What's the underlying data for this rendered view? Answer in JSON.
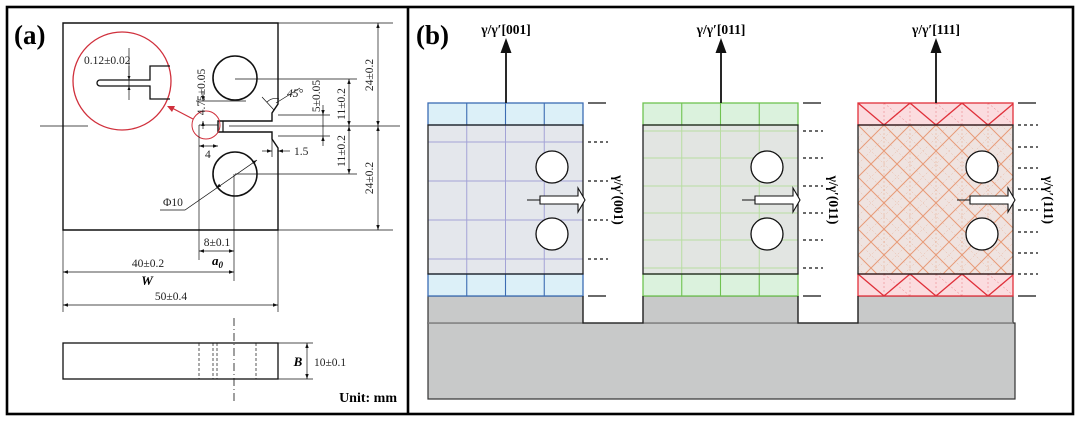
{
  "figure": {
    "panel_a": {
      "label": "(a)",
      "magnified_detail": {
        "notch_width": "0.12±0.02"
      },
      "dimensions": {
        "notch_offset": "4.75±0.05",
        "knife_angle": "45°",
        "knife_gap": "5±0.05",
        "half_height_top": "24±0.2",
        "half_height_bottom": "24±0.2",
        "hole_offset_top": "11±0.2",
        "hole_offset_bottom": "11±0.2",
        "knife_width": "1.5",
        "notch_tip_length": "4",
        "hole_diameter": "Φ10",
        "a0_value": "8±0.1",
        "W_value": "40±0.2",
        "total_width": "50±0.4",
        "thickness": "10±0.1"
      },
      "symbols": {
        "a0_main": "a",
        "a0_sub": "0",
        "W": "W",
        "B": "B"
      },
      "unit_label": "Unit: mm",
      "colors": {
        "magnifier": "#d0303c",
        "line": "#111111"
      }
    },
    "panel_b": {
      "label": "(b)",
      "specimens": [
        {
          "direction_label": "γ/γ′[001]",
          "plane_label": "γ/γ′(001)",
          "colors": {
            "band_fill": "#dcf0f8",
            "band_stroke": "#3b6cb3",
            "main_fill": "#e4e7ec",
            "grid": "#a3a3d6"
          }
        },
        {
          "direction_label": "γ/γ′[011]",
          "plane_label": "γ/γ′(011)",
          "colors": {
            "band_fill": "#dbf2dd",
            "band_stroke": "#6fc250",
            "main_fill": "#e2e5e2",
            "grid": "#b8dda2"
          }
        },
        {
          "direction_label": "γ/γ′[111]",
          "plane_label": "γ/γ′(111)",
          "colors": {
            "band_fill": "#fbdcdf",
            "band_stroke": "#e0303a",
            "main_fill": "#efe3e0",
            "grid": "#e79b78"
          }
        }
      ],
      "colors": {
        "grip_fill": "#c8c9c9"
      }
    }
  }
}
